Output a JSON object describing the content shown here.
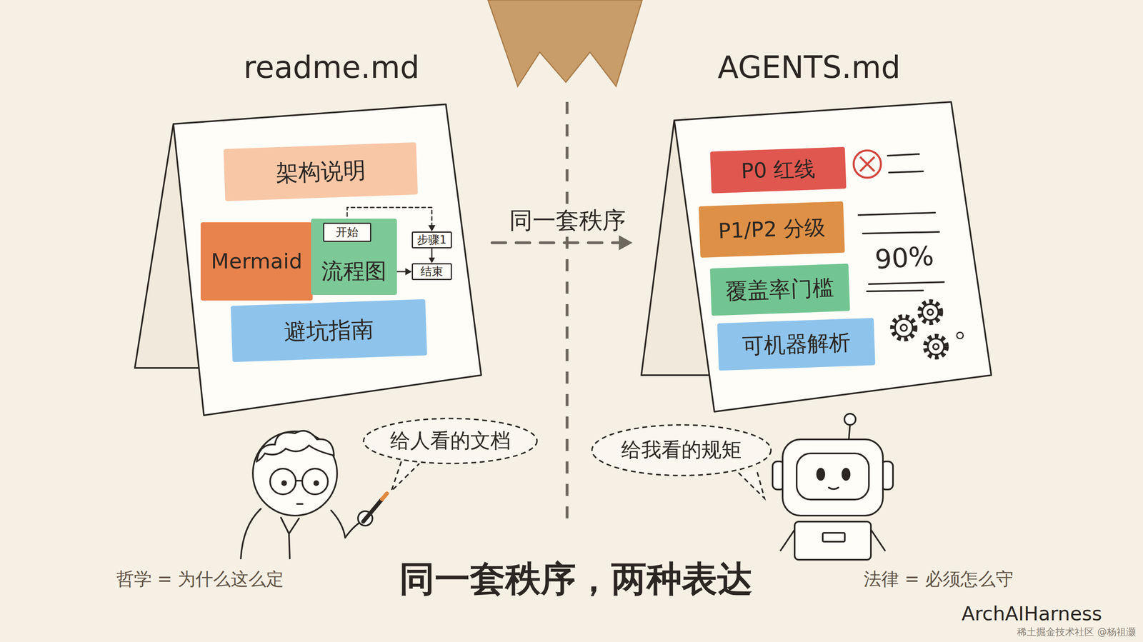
{
  "diagram": {
    "caption": "同一套秩序，两种表达",
    "nodes": [
      {
        "text": [
          "readme.md"
        ]
      },
      {
        "text": [
          "架构说明"
        ],
        "in": 0
      },
      {
        "text": [
          "Mermaid"
        ],
        "in": 0
      },
      {
        "text": [
          "流程图"
        ],
        "in": 0
      },
      {
        "text": [
          "开始"
        ],
        "in": 3
      },
      {
        "text": [
          "步骤1"
        ],
        "in": 0
      },
      {
        "text": [
          "结束"
        ],
        "in": 0
      },
      {
        "text": [
          "避坑指南"
        ],
        "in": 0
      },
      {
        "text": [
          "AGENTS.md"
        ]
      },
      {
        "text": [
          "P0 红线"
        ],
        "in": 8
      },
      {
        "text": [
          "P1/P2 分级"
        ],
        "in": 8
      },
      {
        "text": [
          "覆盖率门槛"
        ],
        "in": 8
      },
      {
        "text": [
          "可机器解析"
        ],
        "in": 8
      },
      {
        "text": [
          "给人看的文档"
        ]
      },
      {
        "text": [
          "给我看的规矩"
        ]
      }
    ],
    "edges": [
      {
        "from": 4,
        "to": 5,
        "arrow": "to"
      },
      {
        "from": 5,
        "to": 6,
        "arrow": "to"
      },
      {
        "from": 3,
        "to": 6,
        "arrow": "to"
      },
      {
        "from": 0,
        "to": 8,
        "label": "同一套秩序",
        "arrow": "to"
      }
    ],
    "labels": [
      "90%",
      "哲学 = 为什么这么定",
      "法律 = 必须怎么守",
      "ArchAIHarness",
      "稀土掘金技术社区 @杨祖灏"
    ]
  }
}
